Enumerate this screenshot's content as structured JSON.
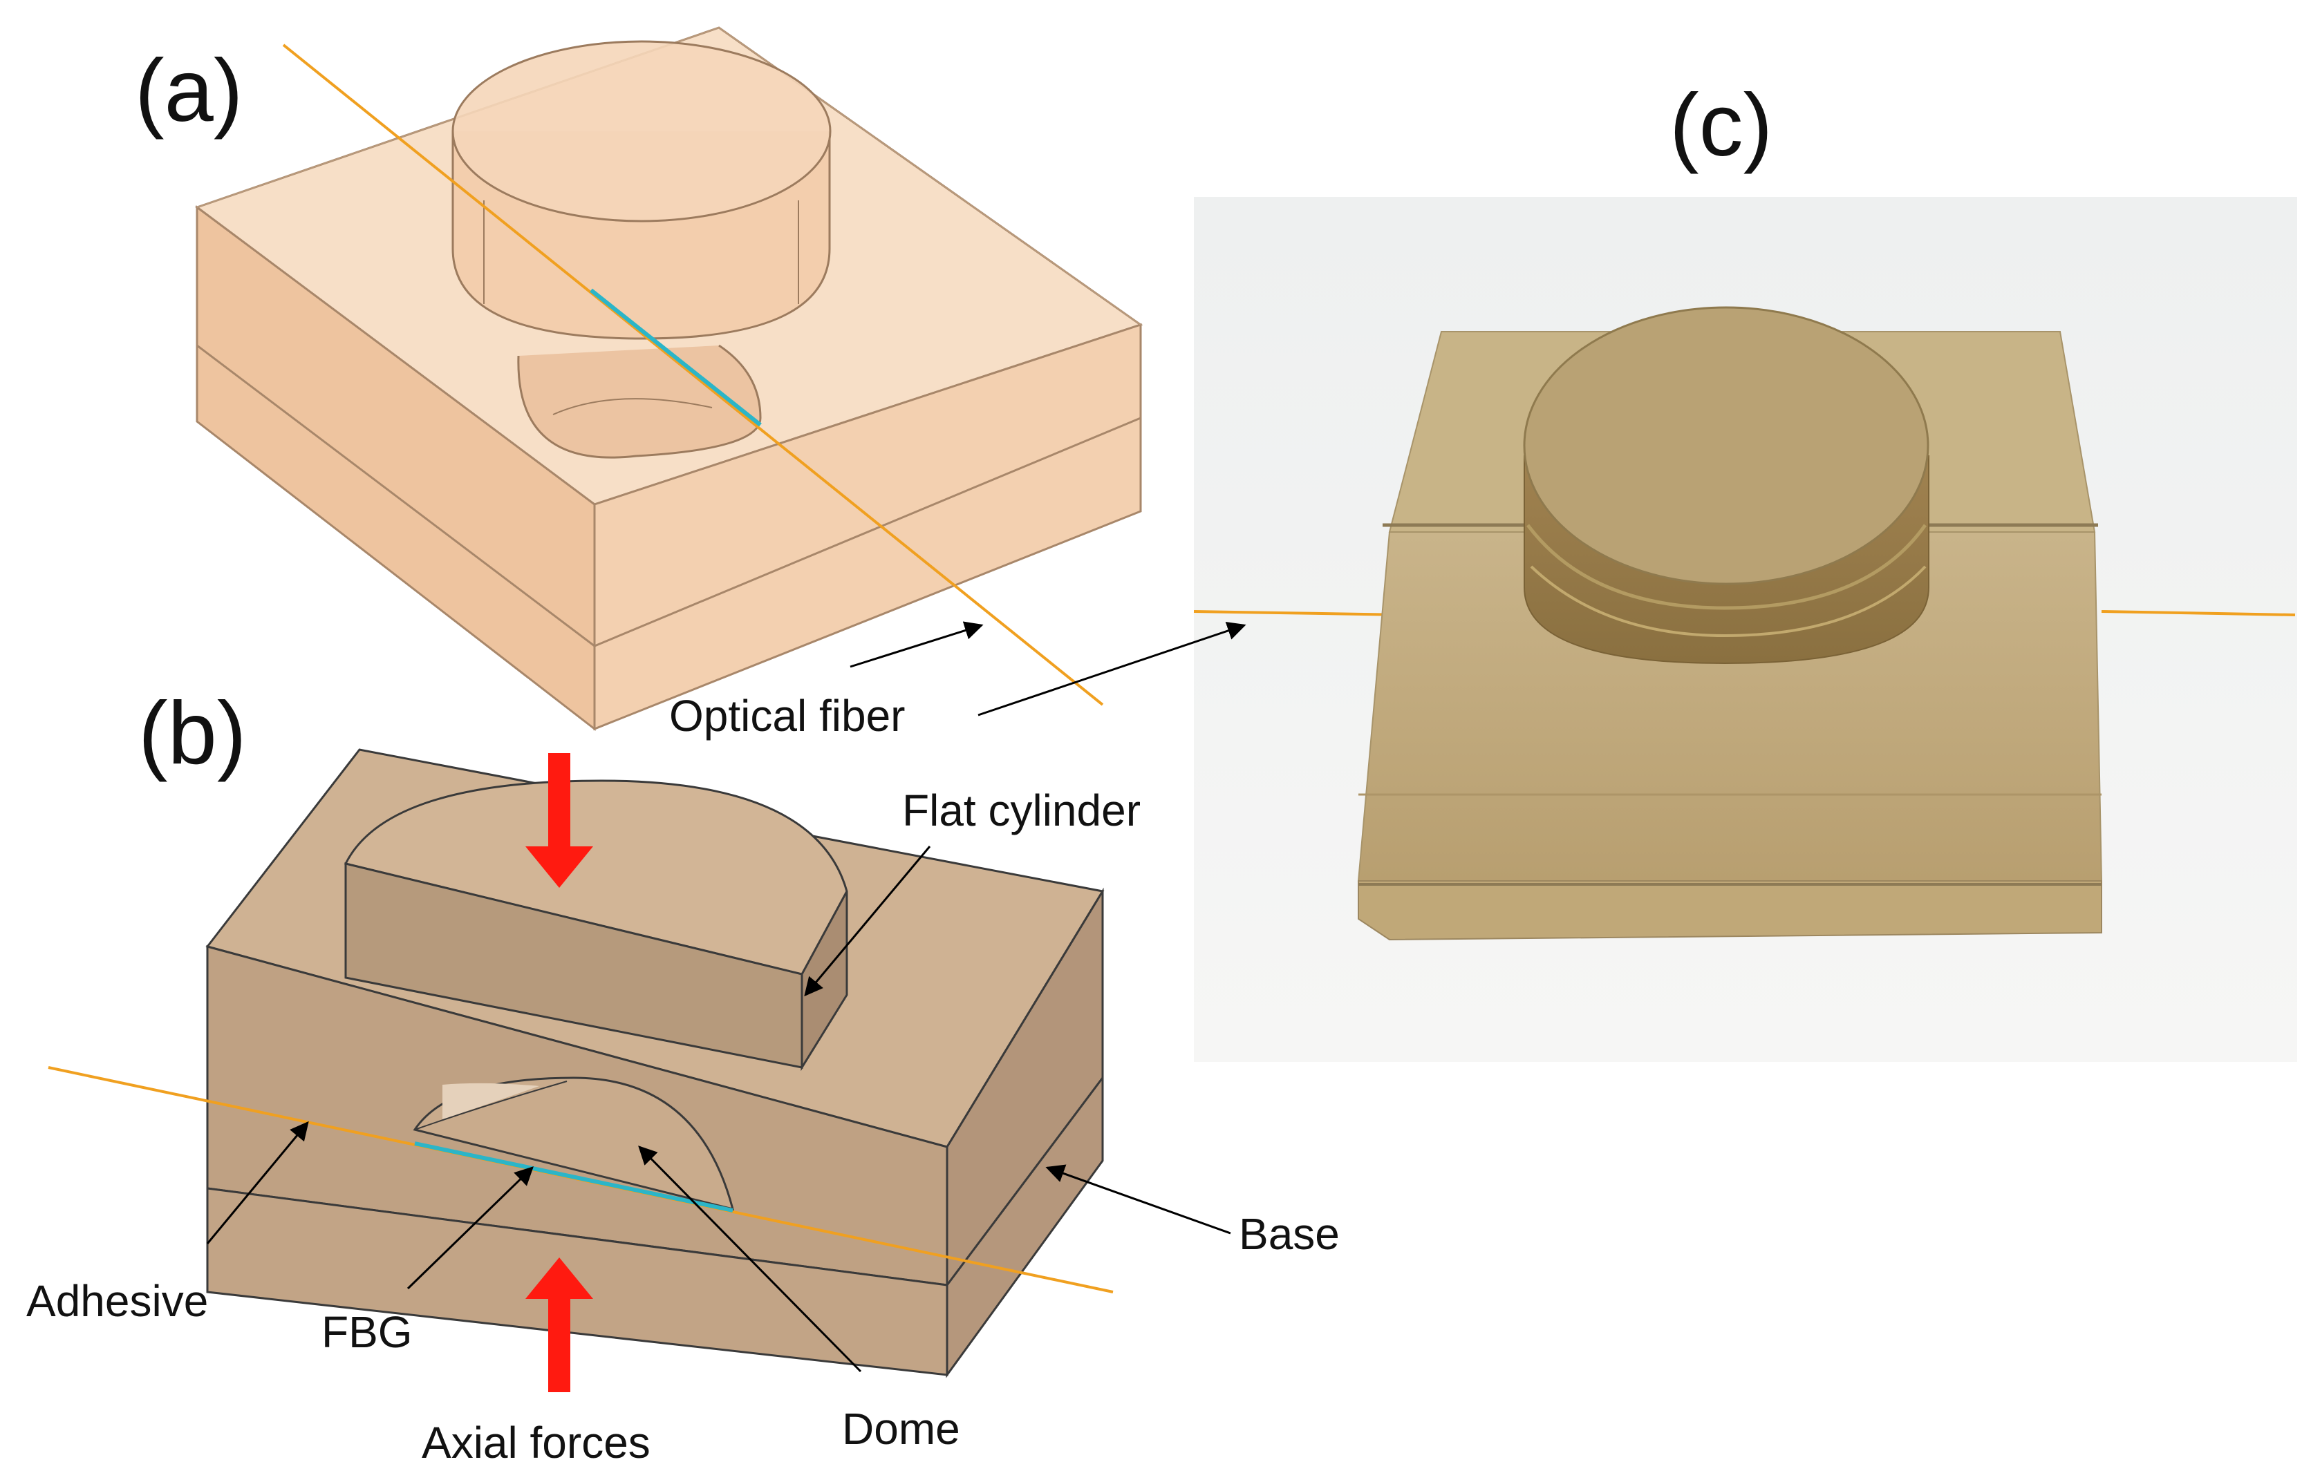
{
  "panels": {
    "a": {
      "label": "(a)"
    },
    "b": {
      "label": "(b)"
    },
    "c": {
      "label": "(c)"
    }
  },
  "labels": {
    "optical_fiber": "Optical fiber",
    "flat_cylinder": "Flat cylinder",
    "base": "Base",
    "adhesive": "Adhesive",
    "fbg": "FBG",
    "axial_forces": "Axial forces",
    "dome": "Dome"
  },
  "colors": {
    "fiber": "#f0a020",
    "fbg": "#2bb5c8",
    "arrow_force": "#ff1a10",
    "transparent_body": "#f0c8a4",
    "solid_body": "#c3a587",
    "photo_material": "#c4ad7e",
    "photo_background": "#f2f3f3"
  }
}
